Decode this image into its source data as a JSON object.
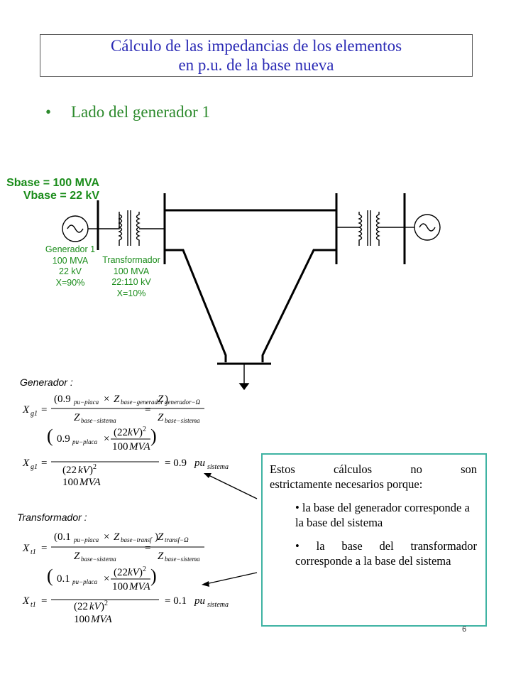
{
  "slide": {
    "title_line1": "Cálculo de las impedancias de los elementos",
    "title_line2": "en p.u. de la base nueva",
    "bullet": "•",
    "bullet_text": "Lado del generador 1",
    "page_number": "6"
  },
  "diagram": {
    "sbase": "Sbase = 100 MVA",
    "vbase": "Vbase = 22 kV",
    "generator": [
      "Generador 1",
      "100 MVA",
      "22 kV",
      "X=90%"
    ],
    "transformer": [
      "Transformador",
      "100 MVA",
      "22:110 kV",
      "X=10%"
    ],
    "colors": {
      "labels": "#1a8c1a",
      "lines": "#000000"
    }
  },
  "equations": {
    "gen_label": "Generador :",
    "trans_label": "Transformador :",
    "gen_result": "= 0.9",
    "trans_result": "= 0.1"
  },
  "note": {
    "intro_words": [
      "Estos",
      "cálculos",
      "no",
      "son"
    ],
    "intro_line2": "estrictamente necesarios porque:",
    "items": [
      "• la base del generador corresponde a la base del sistema",
      "• la base del transformador corresponde a la base del sistema"
    ],
    "border_color": "#3fb3a3"
  }
}
